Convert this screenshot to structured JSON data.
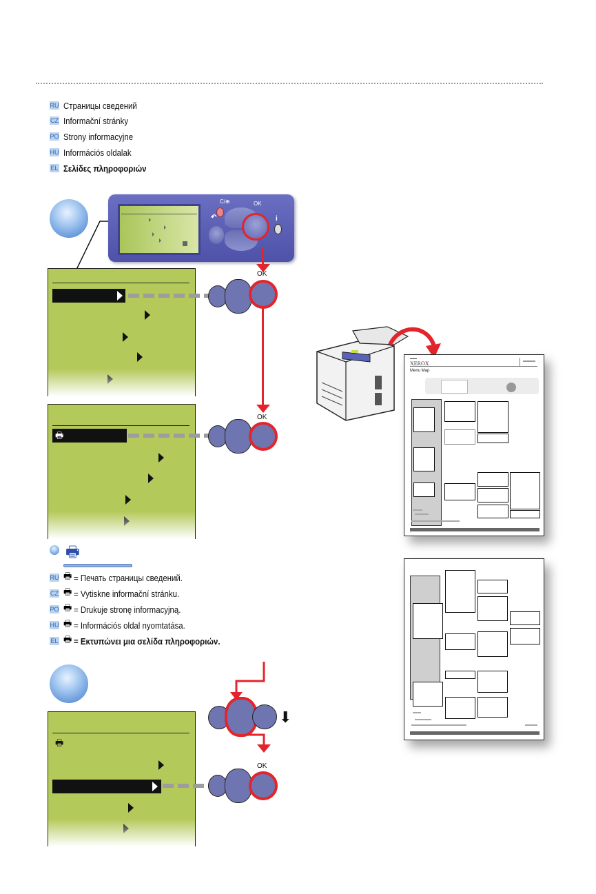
{
  "section_title": {
    "entries": [
      {
        "code": "RU",
        "text": "Страницы сведений"
      },
      {
        "code": "CZ",
        "text": "Informační stránky"
      },
      {
        "code": "PO",
        "text": "Strony informacyjne"
      },
      {
        "code": "HU",
        "text": "Információs oldalak"
      },
      {
        "code": "EL",
        "text": "Σελίδες πληροφοριών"
      }
    ]
  },
  "control_panel": {
    "ok_label": "OK",
    "power_save_label": "C/⊕",
    "info_label": "i"
  },
  "step1_screens": {
    "ok_label_1": "OK",
    "ok_label_2": "OK"
  },
  "legend": {
    "icon": "print-icon",
    "entries": [
      {
        "code": "RU",
        "text": "= Печать страницы сведений."
      },
      {
        "code": "CZ",
        "text": "= Vytiskne informační stránku."
      },
      {
        "code": "PO",
        "text": "= Drukuje stronę informacyjną."
      },
      {
        "code": "HU",
        "text": "= Információs oldal nyomtatása."
      },
      {
        "code": "EL",
        "text": "= Εκτυπώνει μια σελίδα πληροφοριών."
      }
    ]
  },
  "step2": {
    "ok_label": "OK"
  },
  "menu_map_doc": {
    "brand": "XEROX",
    "title": "Menu Map"
  },
  "colors": {
    "lcd_green": "#b3c95a",
    "panel_blue": "#5a5fb5",
    "button_blue": "#6f75b0",
    "highlight_red": "#e3242b"
  }
}
